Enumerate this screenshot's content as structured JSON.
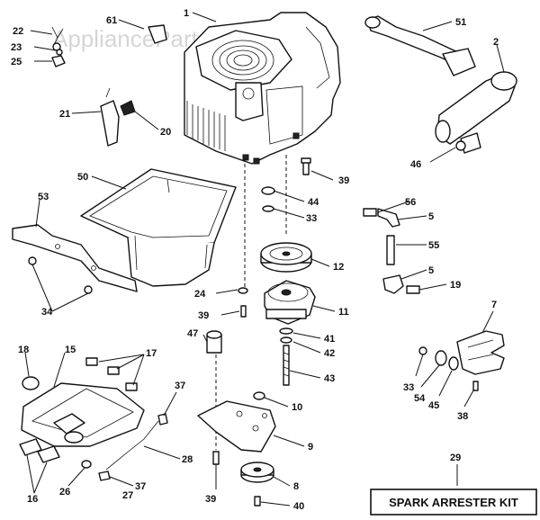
{
  "watermark": "AppliancePartsPros.com",
  "labels": {
    "l1": "1",
    "l2": "2",
    "l5a": "5",
    "l5b": "5",
    "l7": "7",
    "l8": "8",
    "l9": "9",
    "l10": "10",
    "l11": "11",
    "l12": "12",
    "l15": "15",
    "l16": "16",
    "l17": "17",
    "l18": "18",
    "l19": "19",
    "l20": "20",
    "l21": "21",
    "l22": "22",
    "l23": "23",
    "l24": "24",
    "l25": "25",
    "l26": "26",
    "l27": "27",
    "l28": "28",
    "l29": "29",
    "l33a": "33",
    "l33b": "33",
    "l34": "34",
    "l37a": "37",
    "l37b": "37",
    "l38": "38",
    "l39a": "39",
    "l39b": "39",
    "l39c": "39",
    "l40": "40",
    "l41": "41",
    "l42": "42",
    "l43": "43",
    "l44": "44",
    "l45": "45",
    "l46": "46",
    "l47": "47",
    "l50": "50",
    "l51": "51",
    "l53": "53",
    "l54": "54",
    "l55": "55",
    "l56": "56",
    "l61": "61"
  },
  "kit_label": "SPARK ARRESTER KIT"
}
